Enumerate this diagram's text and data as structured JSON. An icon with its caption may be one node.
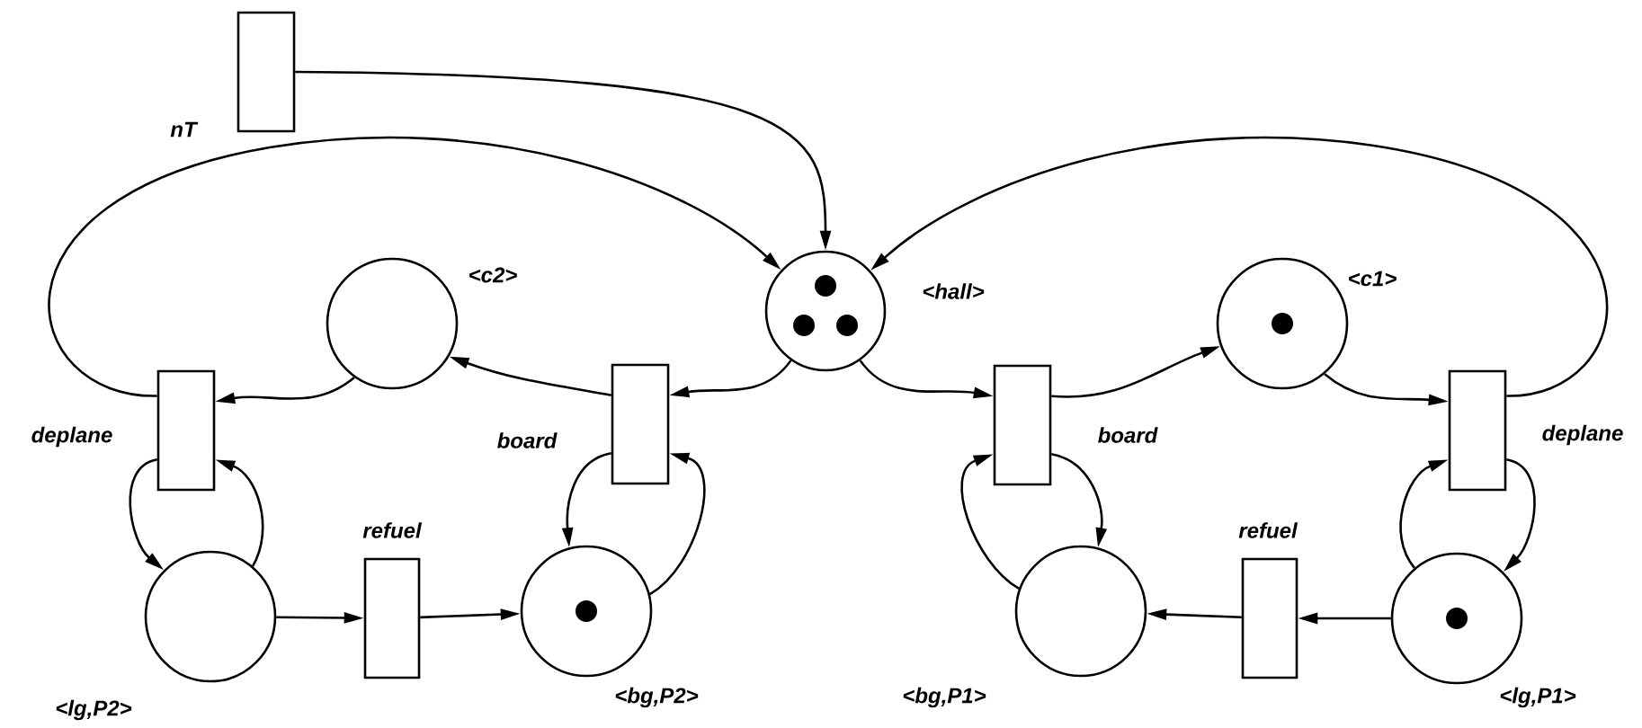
{
  "diagram": {
    "nodes": [
      {
        "text": [],
        "shape": "box",
        "beside": [
          "nT"
        ]
      },
      {
        "text": [],
        "shape": "circle",
        "beside": [
          "<hall>"
        ]
      },
      {
        "text": [],
        "shape": "circle",
        "beside": [
          "<c2>"
        ]
      },
      {
        "text": [],
        "shape": "box",
        "beside": [
          "deplane"
        ]
      },
      {
        "text": [],
        "shape": "box",
        "beside": [
          "board"
        ]
      },
      {
        "text": [],
        "shape": "circle",
        "beside": [
          "<lg,P2>"
        ]
      },
      {
        "text": [],
        "shape": "box",
        "beside": [
          "refuel"
        ]
      },
      {
        "text": [],
        "shape": "circle",
        "beside": [
          "<bg,P2>"
        ]
      },
      {
        "text": [],
        "shape": "box",
        "beside": [
          "board"
        ]
      },
      {
        "text": [],
        "shape": "circle",
        "beside": [
          "<c1>"
        ]
      },
      {
        "text": [],
        "shape": "box",
        "beside": [
          "deplane"
        ]
      },
      {
        "text": [],
        "shape": "circle",
        "beside": [
          "<bg,P1>"
        ]
      },
      {
        "text": [],
        "shape": "box",
        "beside": [
          "refuel"
        ]
      },
      {
        "text": [],
        "shape": "circle",
        "beside": [
          "<lg,P1>"
        ]
      }
    ],
    "edges": [
      {
        "from": 0,
        "to": 1,
        "arrow": "to"
      },
      {
        "from": 3,
        "to": 1,
        "arrow": "to"
      },
      {
        "from": 1,
        "to": 4,
        "arrow": "to"
      },
      {
        "from": 4,
        "to": 2,
        "arrow": "to"
      },
      {
        "from": 2,
        "to": 3,
        "arrow": "to"
      },
      {
        "from": 3,
        "to": 5,
        "arrow": "to"
      },
      {
        "from": 5,
        "to": 3,
        "arrow": "to"
      },
      {
        "from": 5,
        "to": 6,
        "arrow": "to"
      },
      {
        "from": 6,
        "to": 7,
        "arrow": "to"
      },
      {
        "from": 4,
        "to": 7,
        "arrow": "to"
      },
      {
        "from": 7,
        "to": 4,
        "arrow": "to"
      },
      {
        "from": 1,
        "to": 8,
        "arrow": "to"
      },
      {
        "from": 8,
        "to": 9,
        "arrow": "to"
      },
      {
        "from": 9,
        "to": 10,
        "arrow": "to"
      },
      {
        "from": 10,
        "to": 1,
        "arrow": "to"
      },
      {
        "from": 10,
        "to": 13,
        "arrow": "to"
      },
      {
        "from": 13,
        "to": 10,
        "arrow": "to"
      },
      {
        "from": 13,
        "to": 12,
        "arrow": "to"
      },
      {
        "from": 12,
        "to": 11,
        "arrow": "to"
      },
      {
        "from": 8,
        "to": 11,
        "arrow": "to"
      },
      {
        "from": 11,
        "to": 8,
        "arrow": "to"
      }
    ]
  }
}
